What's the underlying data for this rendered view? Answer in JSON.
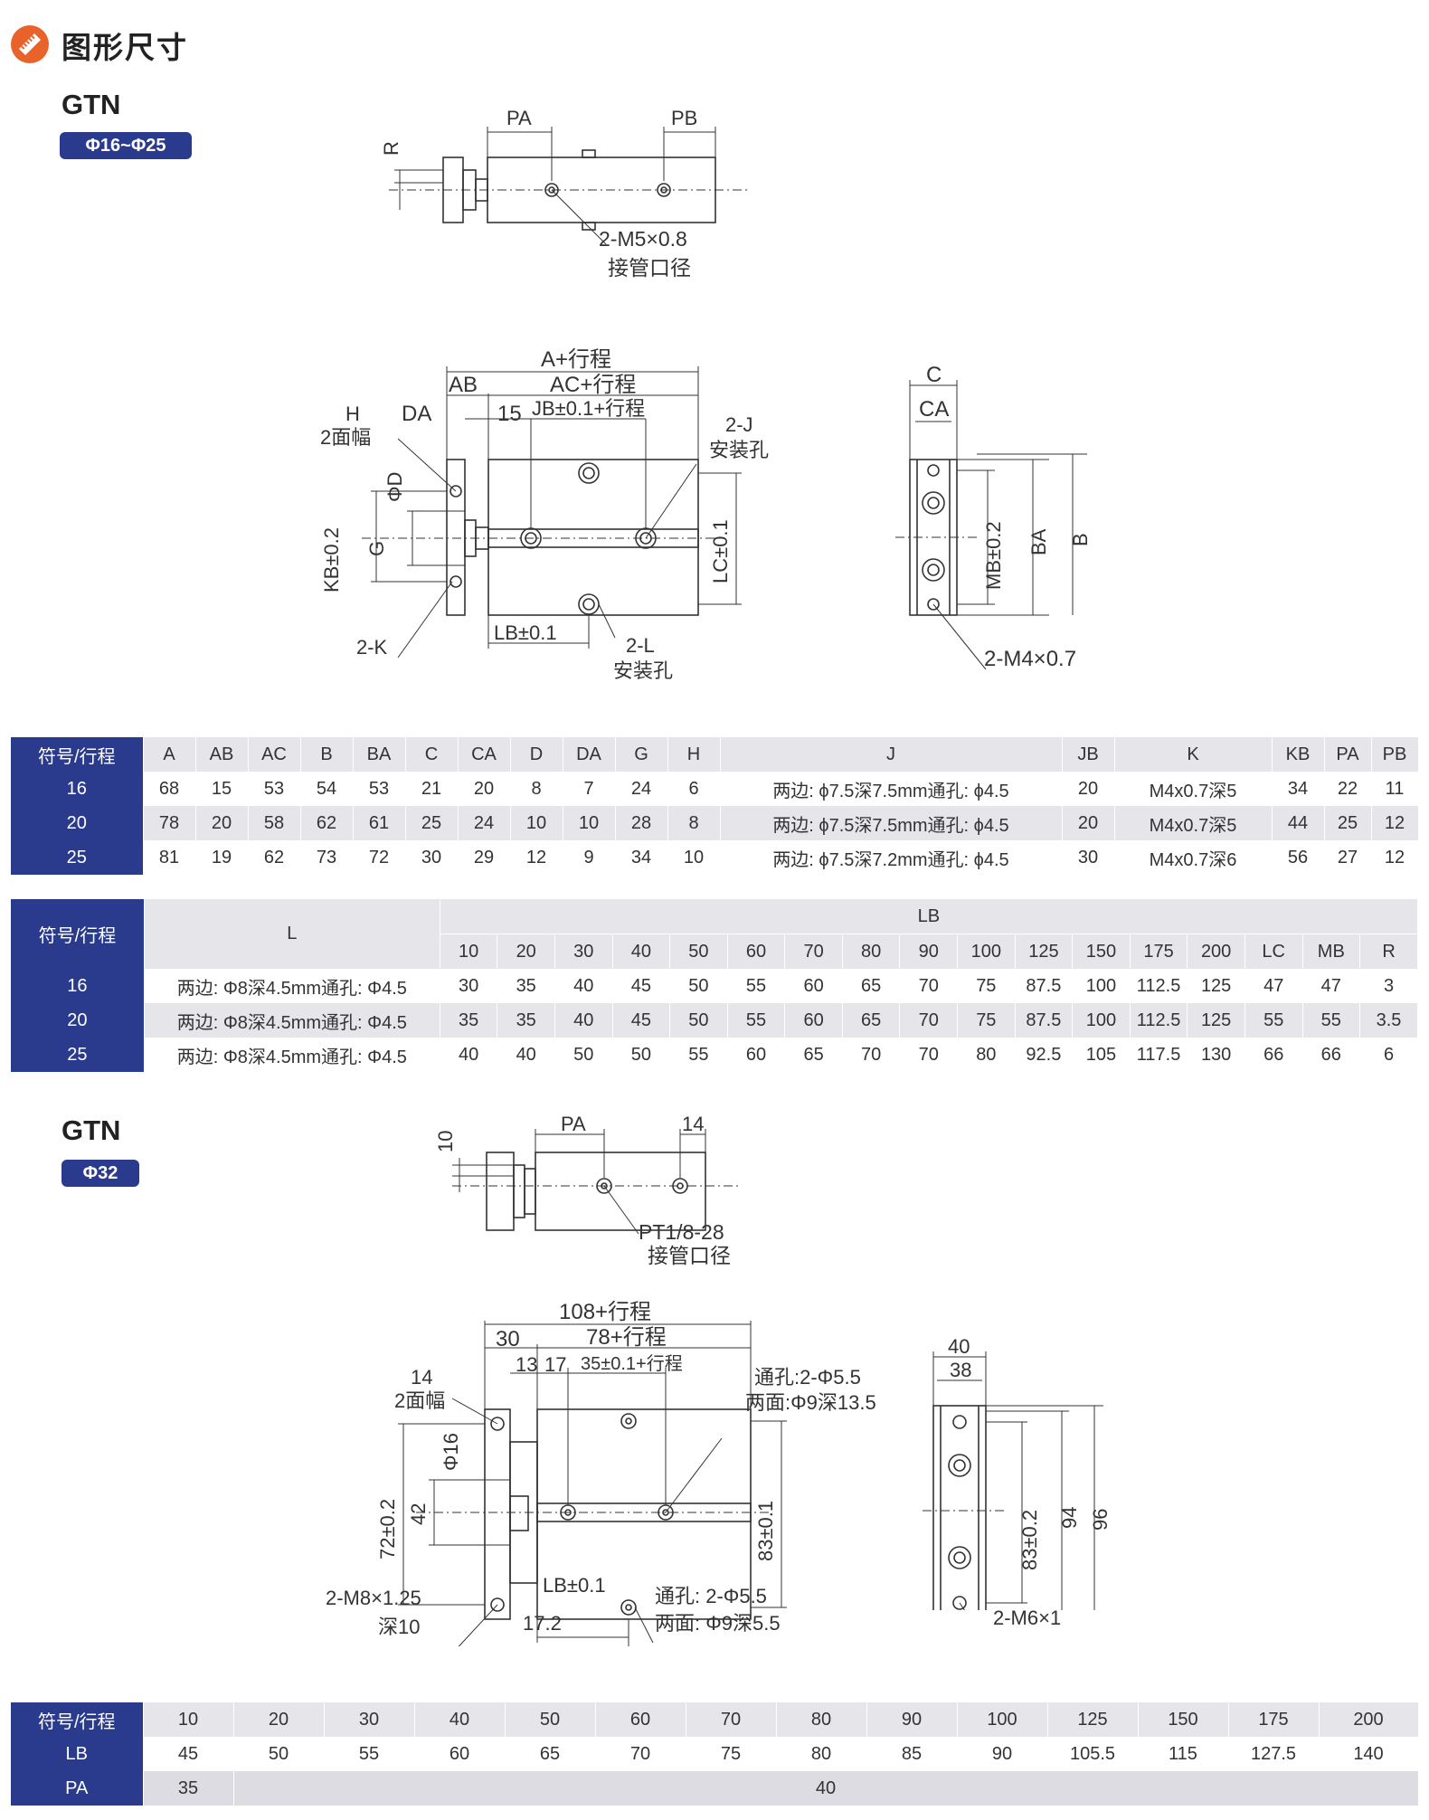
{
  "header": {
    "title": "图形尺寸"
  },
  "sections": [
    {
      "model": "GTN",
      "range": "Φ16~Φ25"
    },
    {
      "model": "GTN",
      "range": "Φ32"
    }
  ],
  "diagram1": {
    "top": {
      "pa": "PA",
      "pb": "PB",
      "r": "R",
      "port": "2-M5×0.8",
      "port_desc": "接管口径"
    },
    "front": {
      "a": "A+行程",
      "ab": "AB",
      "ac": "AC+行程",
      "da": "DA",
      "n15": "15",
      "jb": "JB±0.1+行程",
      "h": "H",
      "h_desc": "2面幅",
      "j": "2-J",
      "j_desc": "安装孔",
      "d": "ΦD",
      "kb": "KB±0.2",
      "g": "G",
      "lc": "LC±0.1",
      "k": "2-K",
      "lb": "LB±0.1",
      "l": "2-L",
      "l_desc": "安装孔"
    },
    "side": {
      "c": "C",
      "ca": "CA",
      "mb": "MB±0.2",
      "ba": "BA",
      "b": "B",
      "m": "2-M4×0.7"
    }
  },
  "diagram2": {
    "top": {
      "pa": "PA",
      "n14": "14",
      "n10": "10",
      "port": "PT1/8-28",
      "port_desc": "接管口径"
    },
    "front": {
      "a": "108+行程",
      "n30": "30",
      "ac": "78+行程",
      "n13": "13",
      "n17": "17",
      "jb": "35±0.1+行程",
      "n14": "14",
      "n14_desc": "2面幅",
      "hole": "通孔:2-Φ5.5",
      "hole_desc": "两面:Φ9深13.5",
      "d16": "Φ16",
      "n72": "72±0.2",
      "n42": "42",
      "n83": "83±0.1",
      "m8": "2-M8×1.25",
      "m8_desc": "深10",
      "lb": "LB±0.1",
      "n172": "17.2",
      "hole2": "通孔: 2-Φ5.5",
      "hole2_desc": "两面: Φ9深5.5"
    },
    "side": {
      "n40": "40",
      "n38": "38",
      "n83": "83±0.2",
      "n94": "94",
      "n96": "96",
      "m6": "2-M6×1"
    }
  },
  "table1": {
    "headers": [
      "符号/行程",
      "A",
      "AB",
      "AC",
      "B",
      "BA",
      "C",
      "CA",
      "D",
      "DA",
      "G",
      "H",
      "J",
      "JB",
      "K",
      "KB",
      "PA",
      "PB"
    ],
    "rows": [
      [
        "16",
        "68",
        "15",
        "53",
        "54",
        "53",
        "21",
        "20",
        "8",
        "7",
        "24",
        "6",
        "两边: ϕ7.5深7.5mm通孔: ϕ4.5",
        "20",
        "M4x0.7深5",
        "34",
        "22",
        "11"
      ],
      [
        "20",
        "78",
        "20",
        "58",
        "62",
        "61",
        "25",
        "24",
        "10",
        "10",
        "28",
        "8",
        "两边: ϕ7.5深7.5mm通孔: ϕ4.5",
        "20",
        "M4x0.7深5",
        "44",
        "25",
        "12"
      ],
      [
        "25",
        "81",
        "19",
        "62",
        "73",
        "72",
        "30",
        "29",
        "12",
        "9",
        "34",
        "10",
        "两边: ϕ7.5深7.2mm通孔: ϕ4.5",
        "30",
        "M4x0.7深6",
        "56",
        "27",
        "12"
      ]
    ]
  },
  "table2": {
    "corner": "符号/行程",
    "l_header": "L",
    "lb_header": "LB",
    "sub_headers": [
      "10",
      "20",
      "30",
      "40",
      "50",
      "60",
      "70",
      "80",
      "90",
      "100",
      "125",
      "150",
      "175",
      "200",
      "LC",
      "MB",
      "R"
    ],
    "rows": [
      [
        "16",
        "两边: Φ8深4.5mm通孔: Φ4.5",
        "30",
        "35",
        "40",
        "45",
        "50",
        "55",
        "60",
        "65",
        "70",
        "75",
        "87.5",
        "100",
        "112.5",
        "125",
        "47",
        "47",
        "3"
      ],
      [
        "20",
        "两边: Φ8深4.5mm通孔: Φ4.5",
        "35",
        "35",
        "40",
        "45",
        "50",
        "55",
        "60",
        "65",
        "70",
        "75",
        "87.5",
        "100",
        "112.5",
        "125",
        "55",
        "55",
        "3.5"
      ],
      [
        "25",
        "两边: Φ8深4.5mm通孔: Φ4.5",
        "40",
        "40",
        "50",
        "50",
        "55",
        "60",
        "65",
        "70",
        "70",
        "80",
        "92.5",
        "105",
        "117.5",
        "130",
        "66",
        "66",
        "6"
      ]
    ]
  },
  "table3": {
    "headers": [
      "符号/行程",
      "10",
      "20",
      "30",
      "40",
      "50",
      "60",
      "70",
      "80",
      "90",
      "100",
      "125",
      "150",
      "175",
      "200"
    ],
    "lb_label": "LB",
    "lb_values": [
      "45",
      "50",
      "55",
      "60",
      "65",
      "70",
      "75",
      "80",
      "85",
      "90",
      "105.5",
      "115",
      "127.5",
      "140"
    ],
    "pa_label": "PA",
    "pa_first": "35",
    "pa_rest": "40"
  }
}
